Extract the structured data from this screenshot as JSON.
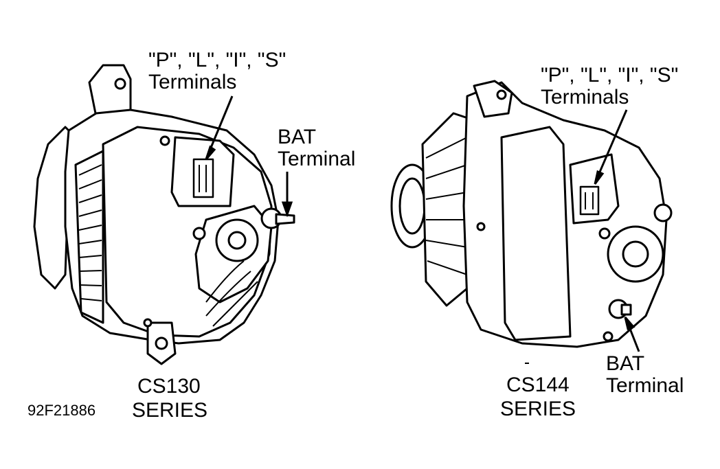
{
  "figure_id": "92F21886",
  "colors": {
    "ink": "#000000",
    "paper": "#ffffff"
  },
  "left_unit": {
    "terminals_line1": "\"P\", \"L\", \"I\", \"S\"",
    "terminals_line2": "Terminals",
    "bat_line1": "BAT",
    "bat_line2": "Terminal",
    "model_line1": "CS130",
    "model_line2": "SERIES"
  },
  "right_unit": {
    "terminals_line1": "\"P\", \"L\", \"I\", \"S\"",
    "terminals_line2": "Terminals",
    "bat_line1": "BAT",
    "bat_line2": "Terminal",
    "model_line1": "CS144",
    "model_line2": "SERIES"
  }
}
